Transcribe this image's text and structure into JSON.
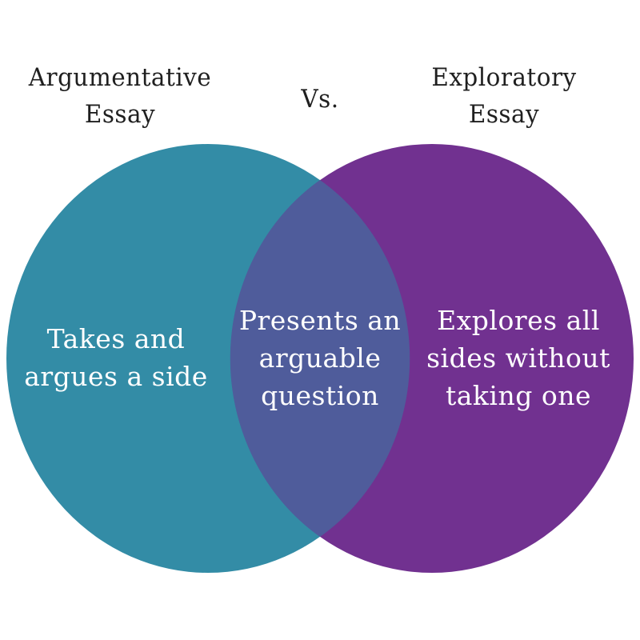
{
  "headings": {
    "left": "Argumentative\nEssay",
    "vs": "Vs.",
    "right": "Exploratory\nEssay",
    "text_color": "#1f1f1f"
  },
  "venn": {
    "background": "#ffffff",
    "label_text_color": "#ffffff",
    "left_circle": {
      "title": "Argumentative Essay",
      "label": "Takes and\nargues a side",
      "color": "#338CA6"
    },
    "right_circle": {
      "title": "Exploratory Essay",
      "label": "Explores all\nsides without\ntaking one",
      "color": "#713190"
    },
    "overlap": {
      "label": "Presents an\narguable\nquestion",
      "color": "#4F5C9B"
    }
  }
}
